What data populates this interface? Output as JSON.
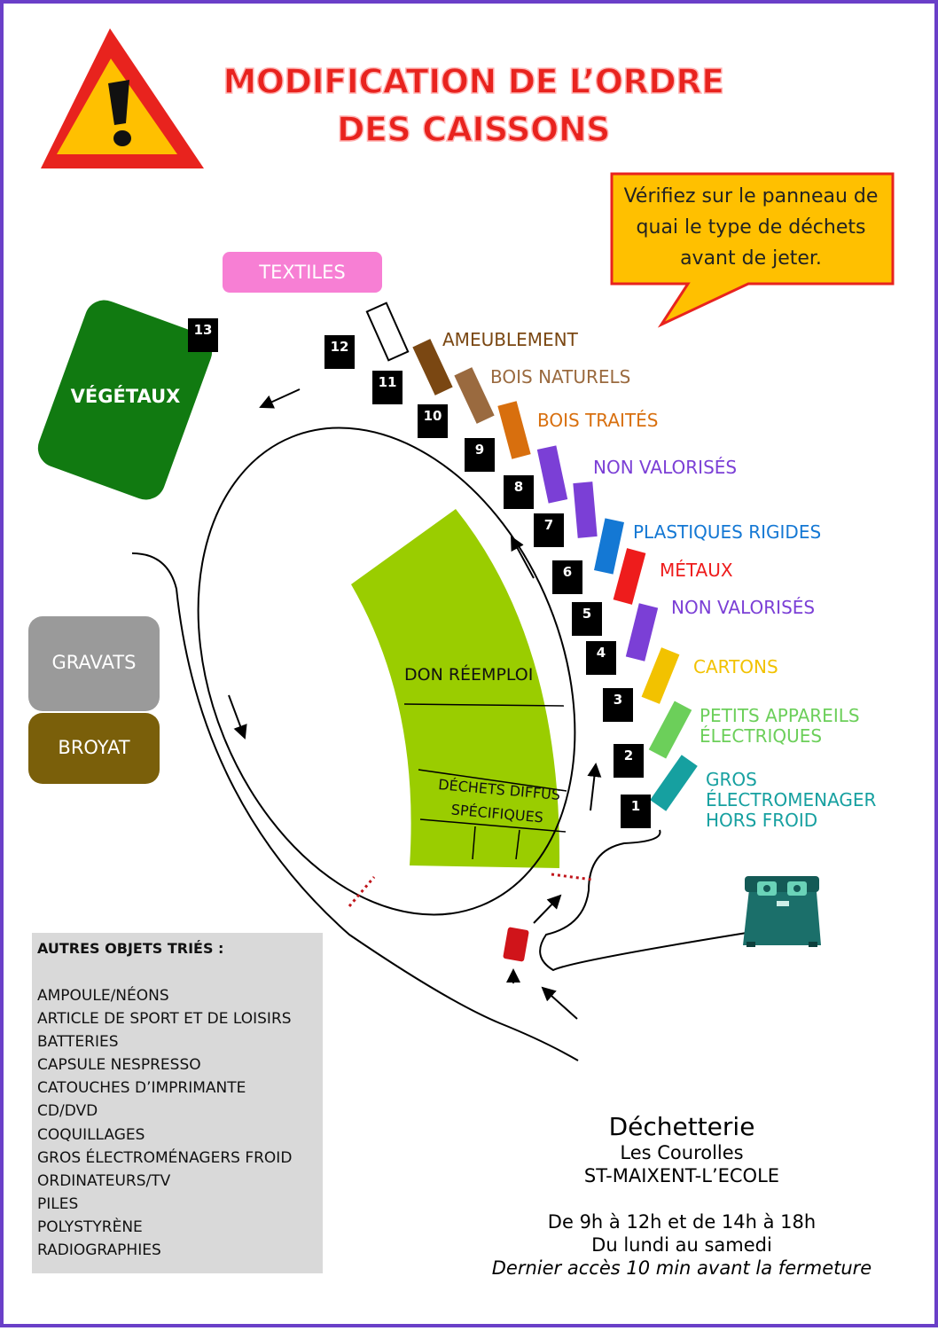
{
  "title": {
    "line1": "MODIFICATION DE L’ORDRE",
    "line2": "DES CAISSONS"
  },
  "callout": {
    "text": "Vérifiez sur le panneau de quai le type de déchets avant de jeter."
  },
  "zones": {
    "textiles": "TEXTILES",
    "vegetaux": "VÉGÉTAUX",
    "gravats": "GRAVATS",
    "broyat": "BROYAT",
    "don_reemploi": "DON RÉEMPLOI",
    "dds": "DÉCHETS DIFFUS SPÉCIFIQUES"
  },
  "bays": [
    {
      "number": "1",
      "label": "GROS ÉLECTROMENAGER HORS FROID",
      "color": "#16a0a0"
    },
    {
      "number": "2",
      "label": "PETITS APPAREILS ÉLECTRIQUES",
      "color": "#6ccf5a"
    },
    {
      "number": "3",
      "label": "CARTONS",
      "color": "#f2c200"
    },
    {
      "number": "4",
      "label": "NON VALORISÉS",
      "color": "#7b3fd6"
    },
    {
      "number": "5",
      "label": "",
      "color": ""
    },
    {
      "number": "6",
      "label": "MÉTAUX",
      "color": "#ee1c1c"
    },
    {
      "number": "7",
      "label": "PLASTIQUES RIGIDES",
      "color": "#1478d4"
    },
    {
      "number": "8",
      "label": "NON VALORISÉS",
      "color": "#7b3fd6"
    },
    {
      "number": "9",
      "label": "",
      "color": ""
    },
    {
      "number": "10",
      "label": "BOIS TRAITÉS",
      "color": "#d86f0e"
    },
    {
      "number": "11",
      "label": "BOIS NATURELS",
      "color": "#9a6a3f"
    },
    {
      "number": "12",
      "label": "AMEUBLEMENT",
      "color": "#7a4712"
    },
    {
      "number": "13",
      "label": "",
      "color": ""
    }
  ],
  "others": {
    "title": "AUTRES OBJETS TRIÉS :",
    "items": [
      "AMPOULE/NÉONS",
      "ARTICLE DE SPORT ET DE LOISIRS",
      "BATTERIES",
      "CAPSULE NESPRESSO",
      "CATOUCHES D’IMPRIMANTE",
      "CD/DVD",
      "COQUILLAGES",
      "GROS ÉLECTROMÉNAGERS FROID",
      "ORDINATEURS/TV",
      "PILES",
      "POLYSTYRÈNE",
      "RADIOGRAPHIES"
    ]
  },
  "info": {
    "name": "Déchetterie",
    "place": "Les Courolles",
    "city": "ST-MAIXENT-L’ECOLE",
    "hours": "De 9h à 12h et de 14h à 18h",
    "days": "Du lundi au samedi",
    "note": "Dernier accès 10 min avant la fermeture"
  },
  "colors": {
    "border": "#6a3fc8",
    "title": "#e8231e",
    "callout_fill": "#ffc000",
    "callout_border": "#e8231e",
    "vegetaux": "#117a11",
    "reemploi": "#9acd00",
    "textiles": "#f77fd4",
    "gravats": "#9a9a9a",
    "broyat": "#7a5f0a"
  }
}
